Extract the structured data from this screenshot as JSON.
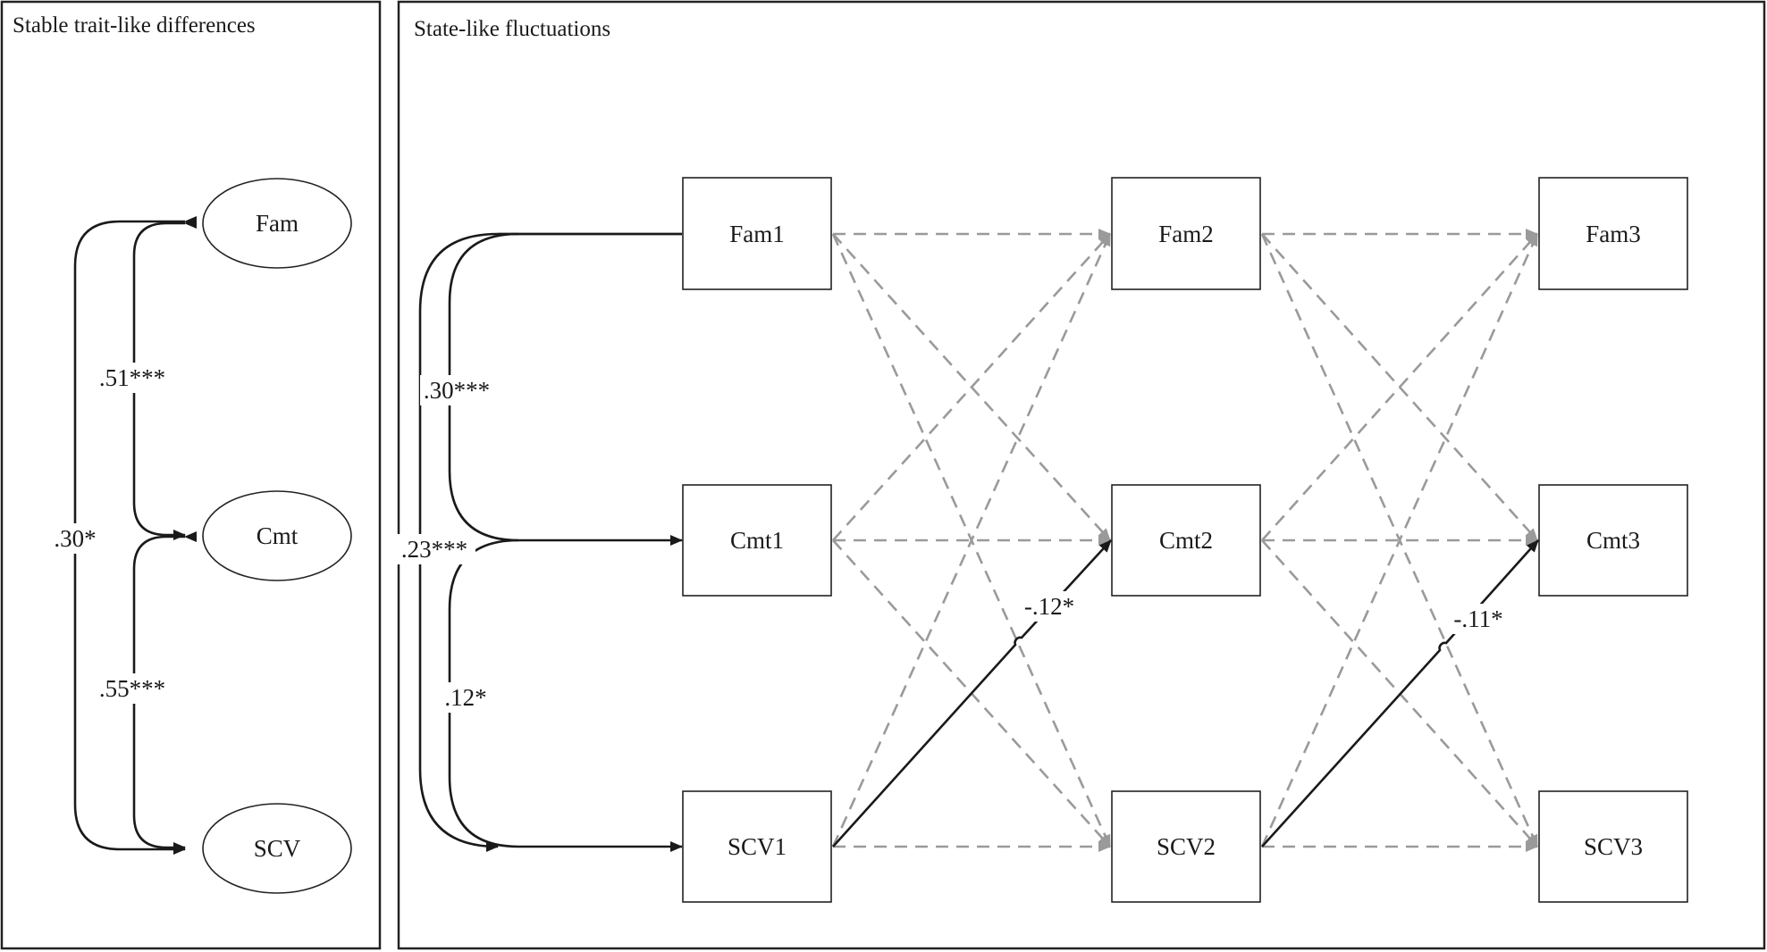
{
  "panels": {
    "stable": {
      "title": "Stable trait-like differences"
    },
    "state": {
      "title": "State-like fluctuations"
    }
  },
  "colors": {
    "significant_path": "#1a1a1a",
    "nonsignificant_path": "#9a9a9a",
    "frame": "#222222"
  },
  "stable_nodes": [
    {
      "id": "fam",
      "label": "Fam"
    },
    {
      "id": "cmt",
      "label": "Cmt"
    },
    {
      "id": "scv",
      "label": "SCV"
    }
  ],
  "stable_covariances": [
    {
      "from": "fam",
      "to": "cmt",
      "label": ".51***"
    },
    {
      "from": "cmt",
      "to": "scv",
      "label": ".55***"
    },
    {
      "from": "fam",
      "to": "scv",
      "label": ".30*"
    }
  ],
  "state_nodes": [
    {
      "id": "fam1",
      "label": "Fam1"
    },
    {
      "id": "cmt1",
      "label": "Cmt1"
    },
    {
      "id": "scv1",
      "label": "SCV1"
    },
    {
      "id": "fam2",
      "label": "Fam2"
    },
    {
      "id": "cmt2",
      "label": "Cmt2"
    },
    {
      "id": "scv2",
      "label": "SCV2"
    },
    {
      "id": "fam3",
      "label": "Fam3"
    },
    {
      "id": "cmt3",
      "label": "Cmt3"
    },
    {
      "id": "scv3",
      "label": "SCV3"
    }
  ],
  "state_covariances": [
    {
      "from": "fam1",
      "to": "cmt1",
      "label": ".30***"
    },
    {
      "from": "fam1",
      "to": "scv1",
      "label": ".23***"
    },
    {
      "from": "cmt1",
      "to": "scv1",
      "label": ".12*"
    }
  ],
  "significant_cross_lagged": [
    {
      "from": "scv1",
      "to": "cmt2",
      "label": "-.12*"
    },
    {
      "from": "scv2",
      "to": "cmt3",
      "label": "-.11*"
    }
  ],
  "nonsignificant_paths": "all remaining lagged paths from each wave-1 and wave-2 variable to each variable of the next wave (dashed grey)"
}
